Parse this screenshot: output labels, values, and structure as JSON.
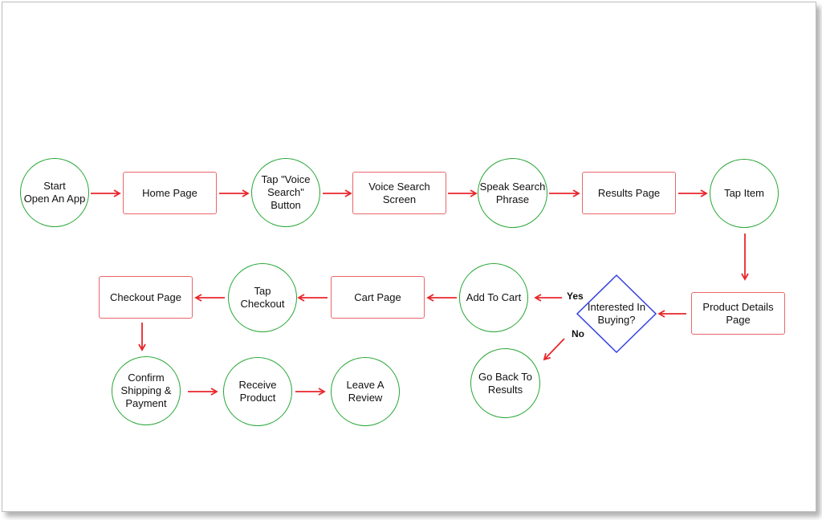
{
  "colors": {
    "circle": "#27a635",
    "rect": "#e8676b",
    "diamond": "#3340e0",
    "arrow": "#e8262b"
  },
  "nodes": {
    "start": "Start\nOpen An App",
    "home_page": "Home Page",
    "tap_voice_search": "Tap \"Voice\nSearch\"\nButton",
    "voice_search_screen": "Voice Search\nScreen",
    "speak_search_phrase": "Speak Search\nPhrase",
    "results_page": "Results Page",
    "tap_item": "Tap Item",
    "product_details_page": "Product Details\nPage",
    "interested_in_buying": "Interested In\nBuying?",
    "add_to_cart": "Add To Cart",
    "cart_page": "Cart Page",
    "tap_checkout": "Tap\nCheckout",
    "checkout_page": "Checkout Page",
    "confirm_shipping_payment": "Confirm\nShipping &\nPayment",
    "receive_product": "Receive\nProduct",
    "leave_a_review": "Leave A\nReview",
    "go_back_to_results": "Go Back To\nResults"
  },
  "edge_labels": {
    "yes": "Yes",
    "no": "No"
  }
}
